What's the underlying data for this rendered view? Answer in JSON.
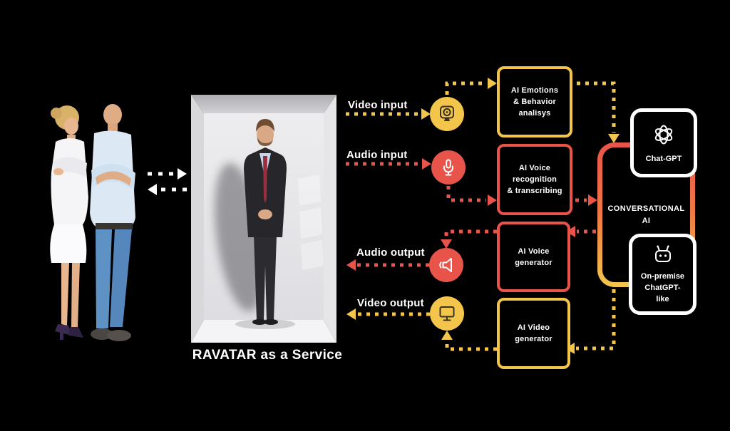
{
  "title": "RAVATAR as a Service",
  "colors": {
    "background": "#000000",
    "yellow": "#F3C64B",
    "red": "#E8544A",
    "orange": "#EF7A44",
    "white": "#FFFFFF"
  },
  "flow_labels": {
    "video_input": "Video input",
    "audio_input": "Audio input",
    "audio_output": "Audio output",
    "video_output": "Video output"
  },
  "boxes": {
    "emotions": {
      "text": "AI Emotions\n& Behavior\nanalisys",
      "border": "#F3C64B"
    },
    "voice_recognition": {
      "text": "AI Voice\nrecognition\n& transcribing",
      "border": "#E8544A"
    },
    "voice_generator": {
      "text": "AI Voice\ngenerator",
      "border": "#E8544A"
    },
    "video_generator": {
      "text": "AI Video\ngenerator",
      "border": "#F3C64B"
    },
    "conversational": {
      "text": "CONVERSATIONAL\nAI"
    },
    "chatgpt": {
      "label": "Chat-GPT",
      "icon": "openai-logo-icon"
    },
    "onpremise": {
      "label": "On-premise\nChatGPT-\nlike",
      "icon": "chatbot-icon"
    }
  },
  "nodes": {
    "video_input_icon": "webcam-icon",
    "audio_input_icon": "microphone-icon",
    "audio_output_icon": "speaker-icon",
    "video_output_icon": "monitor-icon"
  },
  "illustrations": {
    "people": "two-people-photo",
    "booth": "ravatar-3d-booth-with-avatar"
  }
}
